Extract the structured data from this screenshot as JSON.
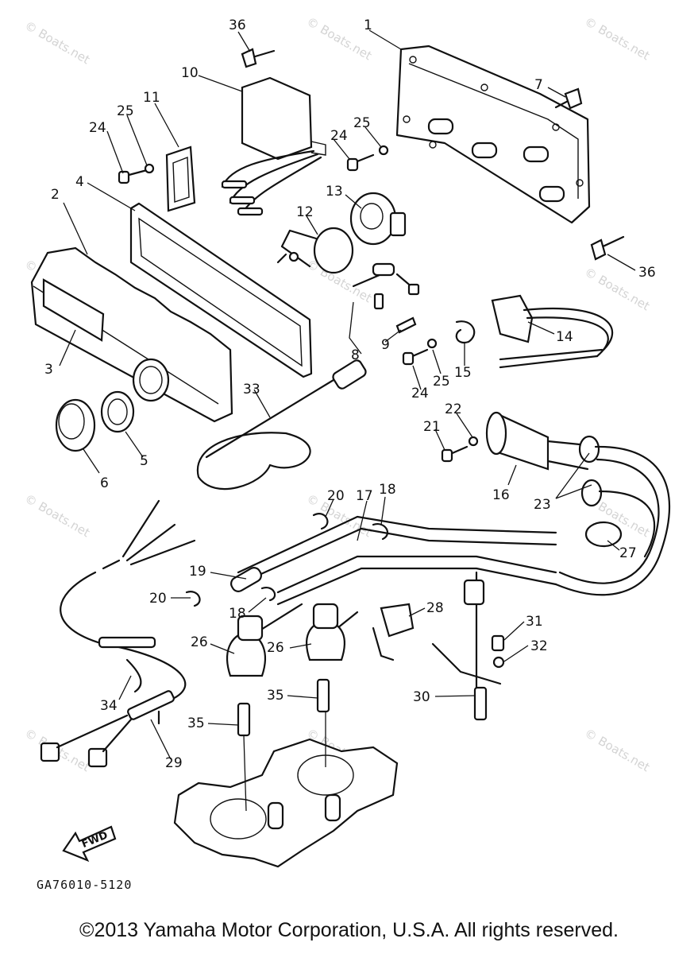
{
  "watermark": "© Boats.net",
  "diagram": {
    "callouts": [
      "36",
      "1",
      "10",
      "7",
      "11",
      "25",
      "24",
      "24",
      "25",
      "13",
      "2",
      "4",
      "12",
      "36",
      "3",
      "8",
      "9",
      "14",
      "33",
      "25",
      "24",
      "15",
      "22",
      "21",
      "5",
      "6",
      "16",
      "20",
      "17",
      "18",
      "23",
      "27",
      "19",
      "20",
      "18",
      "28",
      "31",
      "26",
      "26",
      "32",
      "34",
      "35",
      "30",
      "35",
      "29"
    ],
    "fwd_label": "FWD",
    "reference_code": "GA76010-5120"
  },
  "footer": {
    "copyright": "©2013 Yamaha Motor Corporation, U.S.A. All rights reserved."
  }
}
